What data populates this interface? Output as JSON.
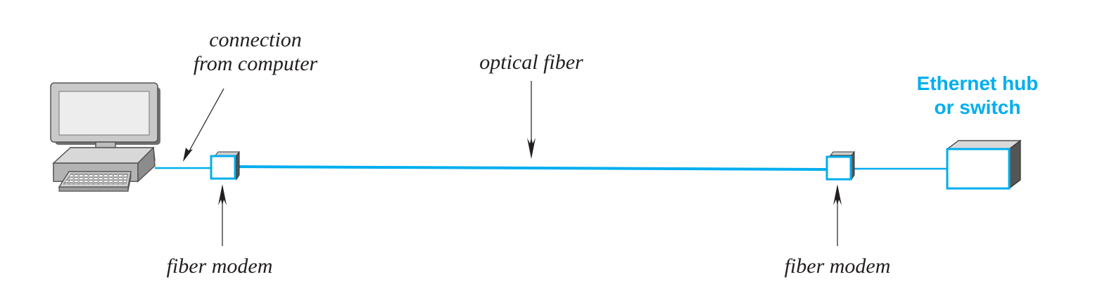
{
  "labels": {
    "connection_line1": "connection",
    "connection_line2": "from computer",
    "optical_fiber": "optical fiber",
    "fiber_modem_left": "fiber modem",
    "fiber_modem_right": "fiber modem",
    "hub_line1": "Ethernet hub",
    "hub_line2": "or switch"
  },
  "colors": {
    "fiber": "#00aeef",
    "text": "#231f20",
    "hub_label": "#00aeef",
    "computer_body": "#c8c8c8",
    "computer_dark": "#8a8a8a"
  }
}
